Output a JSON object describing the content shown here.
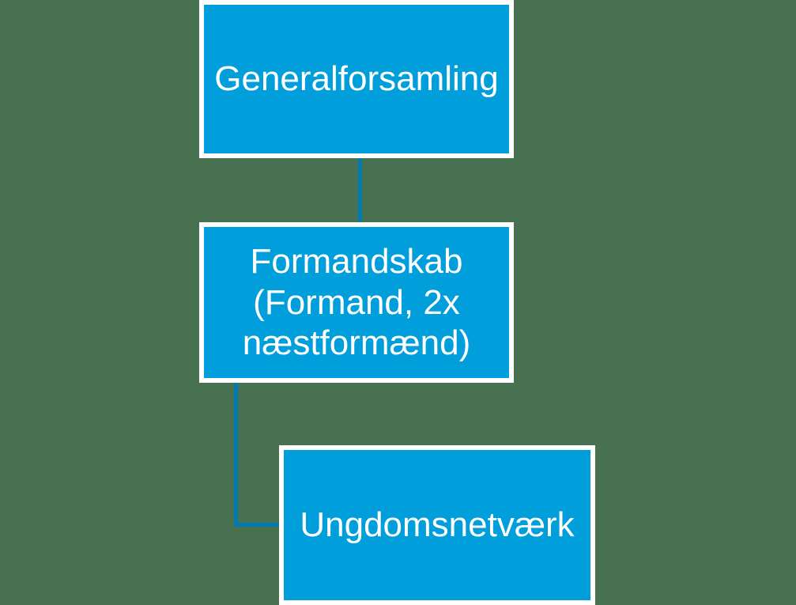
{
  "diagram": {
    "type": "org-chart",
    "background_color": "#477150",
    "node_fill_color": "#009EDB",
    "node_border_color": "#FFFFFF",
    "connector_color": "#0079B4",
    "text_color": "#FFFFFF",
    "nodes": [
      {
        "id": "generalforsamling",
        "label": "Generalforsamling"
      },
      {
        "id": "formandskab",
        "label": "Formandskab (Formand, 2x næstformænd)"
      },
      {
        "id": "ungdomsnetvaerk",
        "label": "Ungdomsnetværk"
      }
    ],
    "edges": [
      {
        "from": "generalforsamling",
        "to": "formandskab",
        "style": "straight-vertical"
      },
      {
        "from": "formandskab",
        "to": "ungdomsnetvaerk",
        "style": "elbow-down-right"
      }
    ]
  }
}
